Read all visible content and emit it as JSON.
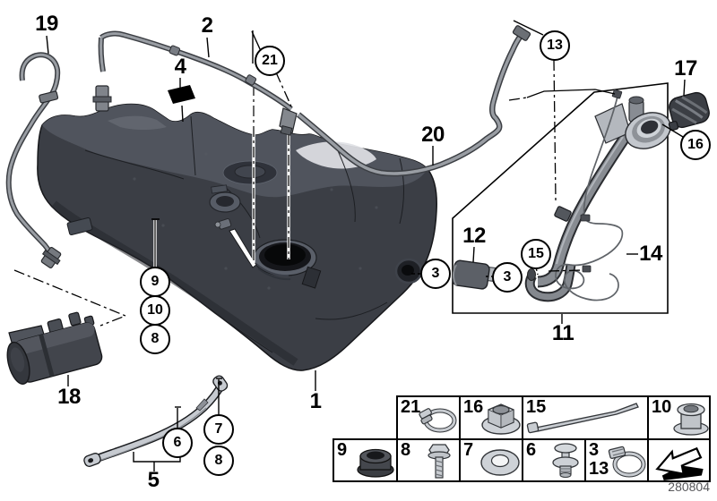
{
  "figure": {
    "drawing_number": "280804",
    "description": "fuel-tank-and-mounting-parts-exploded-diagram"
  },
  "callouts": {
    "plain": [
      {
        "id": "19",
        "label": "19"
      },
      {
        "id": "2",
        "label": "2"
      },
      {
        "id": "4",
        "label": "4"
      },
      {
        "id": "20",
        "label": "20"
      },
      {
        "id": "17",
        "label": "17"
      },
      {
        "id": "12",
        "label": "12"
      },
      {
        "id": "14",
        "label": "14"
      },
      {
        "id": "11",
        "label": "11"
      },
      {
        "id": "18",
        "label": "18"
      },
      {
        "id": "1",
        "label": "1"
      },
      {
        "id": "5",
        "label": "5"
      }
    ],
    "circled": [
      {
        "id": "21",
        "label": "21"
      },
      {
        "id": "13",
        "label": "13"
      },
      {
        "id": "16",
        "label": "16"
      },
      {
        "id": "3a",
        "label": "3"
      },
      {
        "id": "3b",
        "label": "3"
      },
      {
        "id": "15",
        "label": "15"
      },
      {
        "id": "9",
        "label": "9"
      },
      {
        "id": "10",
        "label": "10"
      },
      {
        "id": "8a",
        "label": "8"
      },
      {
        "id": "7",
        "label": "7"
      },
      {
        "id": "6",
        "label": "6"
      },
      {
        "id": "8b",
        "label": "8"
      }
    ]
  },
  "legend": {
    "cells": [
      {
        "label": "21",
        "icon": "hose-clamp-icon"
      },
      {
        "label": "16",
        "icon": "flange-nut-icon"
      },
      {
        "label": "15",
        "icon": "cable-tie-icon"
      },
      {
        "label": "10",
        "icon": "grommet-bushing-icon"
      },
      {
        "label": "9",
        "icon": "rubber-grommet-icon"
      },
      {
        "label": "8",
        "icon": "hex-bolt-icon"
      },
      {
        "label": "7",
        "icon": "washer-icon"
      },
      {
        "label": "6",
        "icon": "expanding-rivet-icon"
      },
      {
        "label": "3",
        "label2": "13",
        "icon": "worm-drive-clamp-icon"
      },
      {
        "icon": "direction-arrow-icon"
      }
    ]
  },
  "colors": {
    "line": "#000000",
    "tank_body": "#3b3e45",
    "tank_top": "#50545d",
    "part_light_gray": "#c6cad0",
    "hose_gray": "#999da3",
    "drawing_number_gray": "#57575a",
    "background": "#ffffff"
  }
}
